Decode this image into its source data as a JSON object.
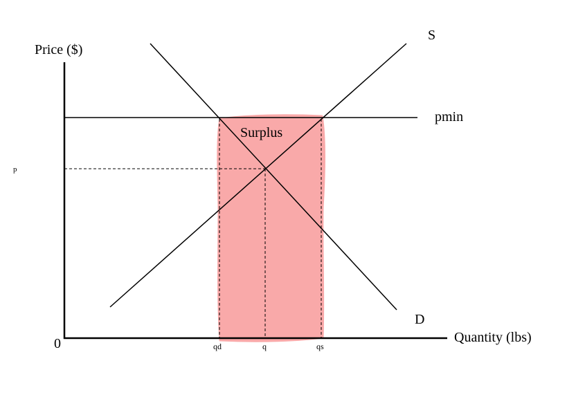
{
  "axes": {
    "y_label": "Price ($)",
    "x_label": "Quantity (lbs)",
    "origin_label": "0"
  },
  "curves": {
    "supply_label": "S",
    "demand_label": "D",
    "price_floor_label": "pmin"
  },
  "points": {
    "equilibrium_price_label": "p",
    "quantity_demanded_label": "qd",
    "equilibrium_quantity_label": "q",
    "quantity_supplied_label": "qs"
  },
  "region": {
    "surplus_label": "Surplus",
    "fill_color": "#f9a9a9"
  },
  "colors": {
    "line": "#000000"
  }
}
